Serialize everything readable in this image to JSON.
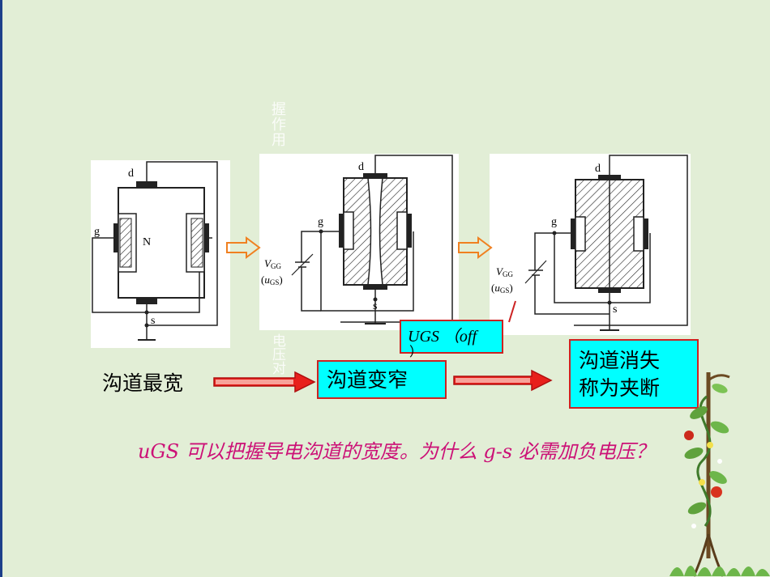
{
  "watermark_upper": "握作用",
  "watermark_lower": "电压对",
  "panels": {
    "left": {
      "drain": "d",
      "gate": "g",
      "source": "s",
      "channel": "N"
    },
    "middle": {
      "drain": "d",
      "gate": "g",
      "source": "s",
      "vgg": "V",
      "vgg_sub": "GG",
      "ugs": "u",
      "ugs_sub": "GS"
    },
    "right": {
      "drain": "d",
      "gate": "g",
      "source": "s",
      "vgg": "V",
      "vgg_sub": "GG",
      "ugs": "u",
      "ugs_sub": "GS"
    }
  },
  "labels": {
    "widest": "沟道最宽",
    "narrowing": "沟道变窄",
    "pinch_line1": "沟道消失",
    "pinch_line2": "称为夹断",
    "ugs_off": "UGS （off",
    "ugs_off_close": "）"
  },
  "question": "uGS 可以把握导电沟道的宽度。为什么 g-s 必需加负电压？",
  "colors": {
    "background": "#e2eed6",
    "accent_cyan": "#00ffff",
    "arrow_red": "#e8201c",
    "arrow_orange": "#f08020",
    "question_magenta": "#cc1177"
  }
}
